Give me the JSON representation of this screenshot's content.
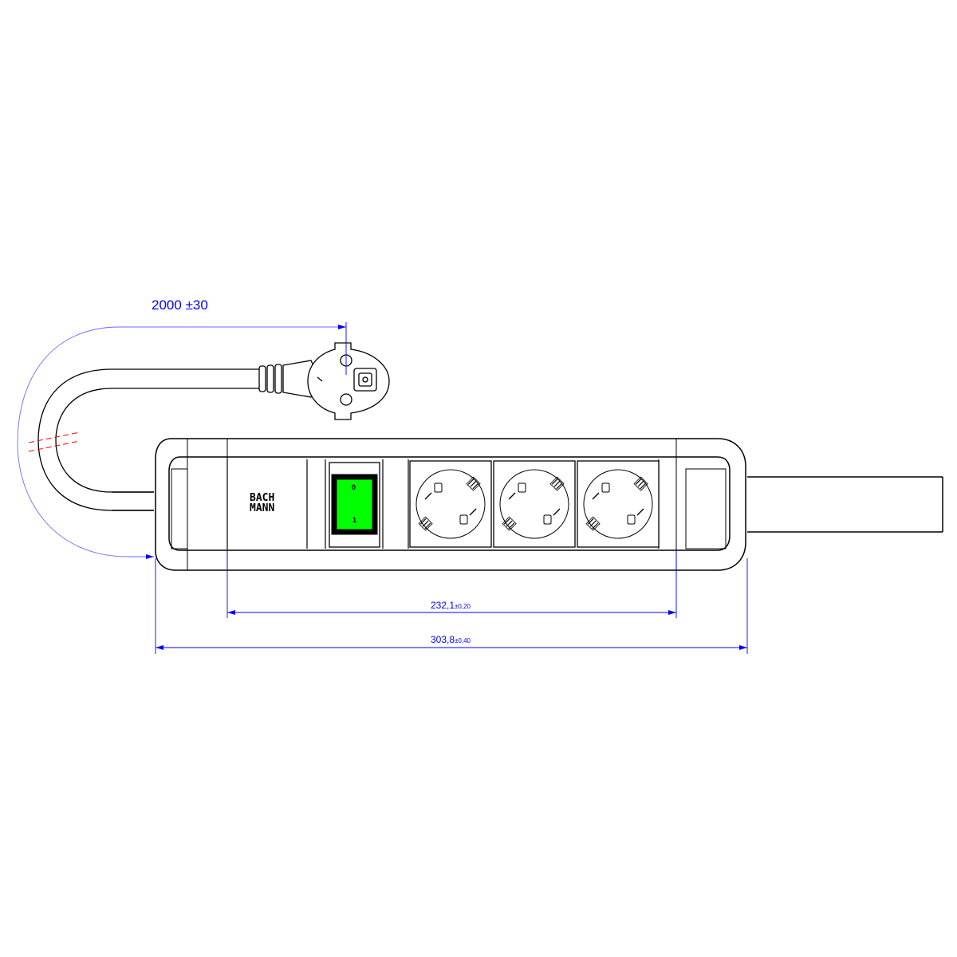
{
  "diagram": {
    "colors": {
      "line": "#000000",
      "dimension": "#0000ff",
      "cable_dimension": "#6a6aff",
      "break_mark": "#ff0000",
      "switch_green": "#00ff00",
      "switch_frame": "#000000"
    },
    "cable_length": {
      "value": "2000",
      "tolerance": "±30"
    },
    "dimension_inner": {
      "value": "232,1",
      "tolerance": "±0,20"
    },
    "dimension_outer": {
      "value": "303,8",
      "tolerance": "±0,40"
    },
    "brand_logo": {
      "line1": "BACH",
      "line2": "MANN"
    },
    "switch": {
      "off_label": "0",
      "on_label": "1"
    },
    "sockets": [
      {
        "name": "socket-1"
      },
      {
        "name": "socket-2"
      },
      {
        "name": "socket-3"
      }
    ],
    "icons": [
      "schuko-plug-icon",
      "rocker-switch-icon",
      "schuko-socket-icon",
      "brand-logo-icon"
    ]
  }
}
